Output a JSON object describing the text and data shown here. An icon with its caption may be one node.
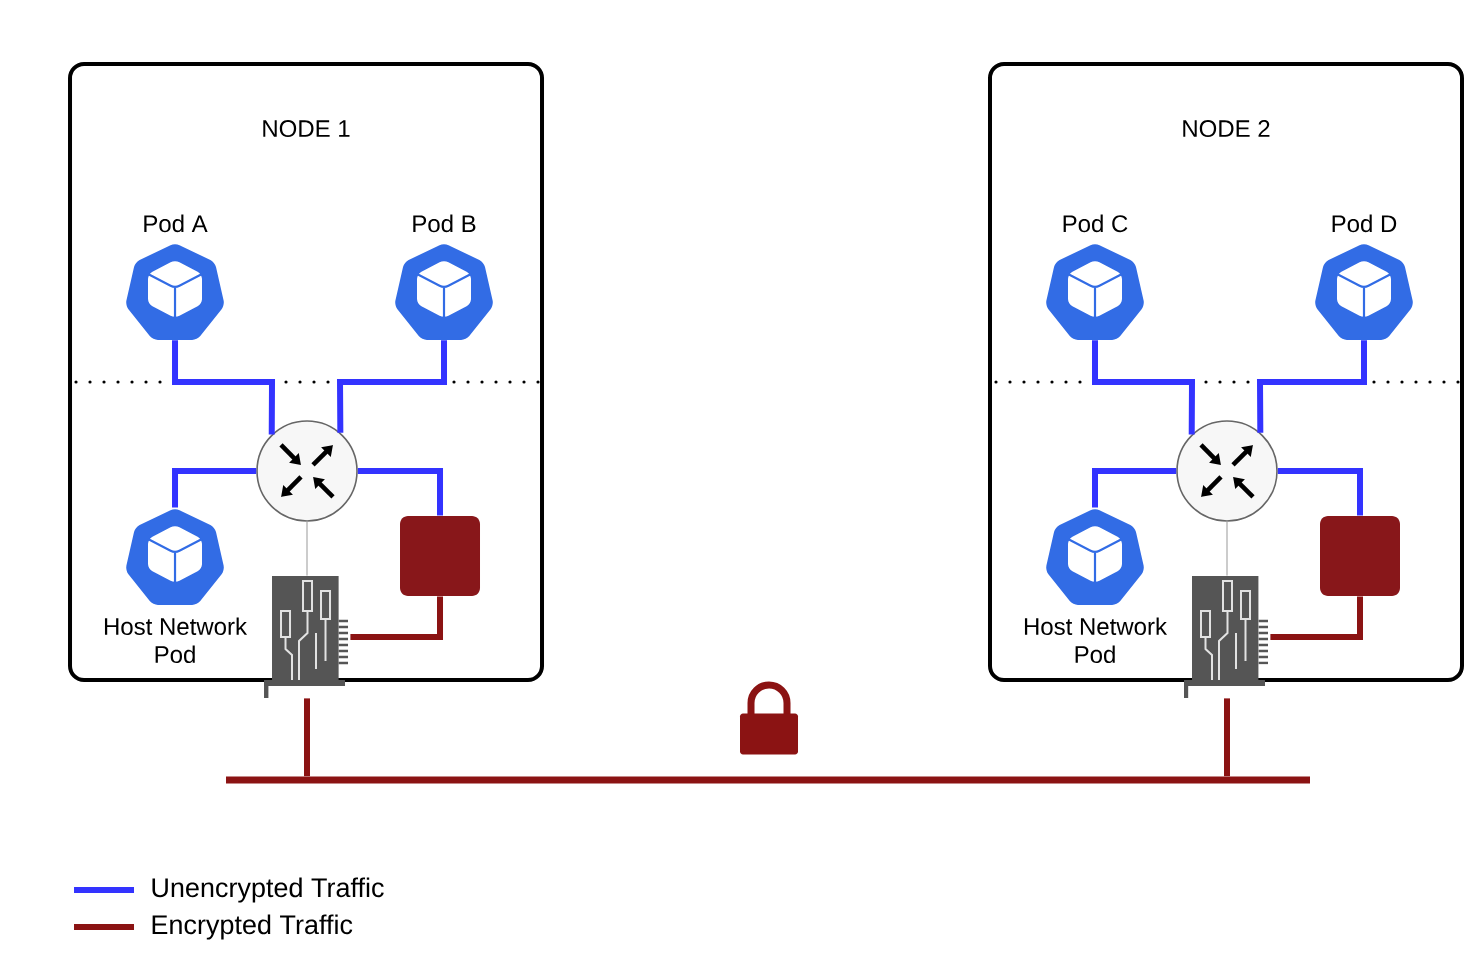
{
  "diagram": {
    "nodes": [
      {
        "text": [
          "NODE 1"
        ]
      },
      {
        "text": [
          "Pod A"
        ],
        "in": 0
      },
      {
        "text": [
          "Pod B"
        ],
        "in": 0
      },
      {
        "text": [],
        "shape": "circle",
        "in": 0
      },
      {
        "text": [
          "Host Network Pod"
        ],
        "in": 0
      },
      {
        "text": [],
        "shape": "box",
        "in": 0
      },
      {
        "text": [],
        "shape": "picture",
        "in": 0
      },
      {
        "text": [
          "NODE 2"
        ]
      },
      {
        "text": [
          "Pod C"
        ],
        "in": 7
      },
      {
        "text": [
          "Pod D"
        ],
        "in": 7
      },
      {
        "text": [],
        "shape": "circle",
        "in": 7
      },
      {
        "text": [
          "Host Network Pod"
        ],
        "in": 7
      },
      {
        "text": [],
        "shape": "box",
        "in": 7
      },
      {
        "text": [],
        "shape": "picture",
        "in": 7
      },
      {
        "text": [],
        "shape": "bar"
      }
    ],
    "edges": [
      {
        "from": 1,
        "to": 3,
        "arrow": "none"
      },
      {
        "from": 2,
        "to": 3,
        "arrow": "none"
      },
      {
        "from": 4,
        "to": 3,
        "arrow": "none"
      },
      {
        "from": 3,
        "to": 5,
        "arrow": "none"
      },
      {
        "from": 3,
        "to": 6,
        "arrow": "none",
        "color": "#cccccc"
      },
      {
        "from": 5,
        "to": 6,
        "arrow": "none",
        "color": "#8b1313"
      },
      {
        "from": 6,
        "to": 14,
        "arrow": "none",
        "color": "#8b1313"
      },
      {
        "from": 8,
        "to": 10,
        "arrow": "none"
      },
      {
        "from": 9,
        "to": 10,
        "arrow": "none"
      },
      {
        "from": 11,
        "to": 10,
        "arrow": "none"
      },
      {
        "from": 10,
        "to": 12,
        "arrow": "none"
      },
      {
        "from": 10,
        "to": 13,
        "arrow": "none",
        "color": "#cccccc"
      },
      {
        "from": 12,
        "to": 13,
        "arrow": "none",
        "color": "#8b1313"
      },
      {
        "from": 13,
        "to": 14,
        "arrow": "none",
        "color": "#8b1313"
      }
    ],
    "legend": [
      {
        "text": "Unencrypted Traffic"
      },
      {
        "text": "Encrypted Traffic"
      }
    ]
  }
}
